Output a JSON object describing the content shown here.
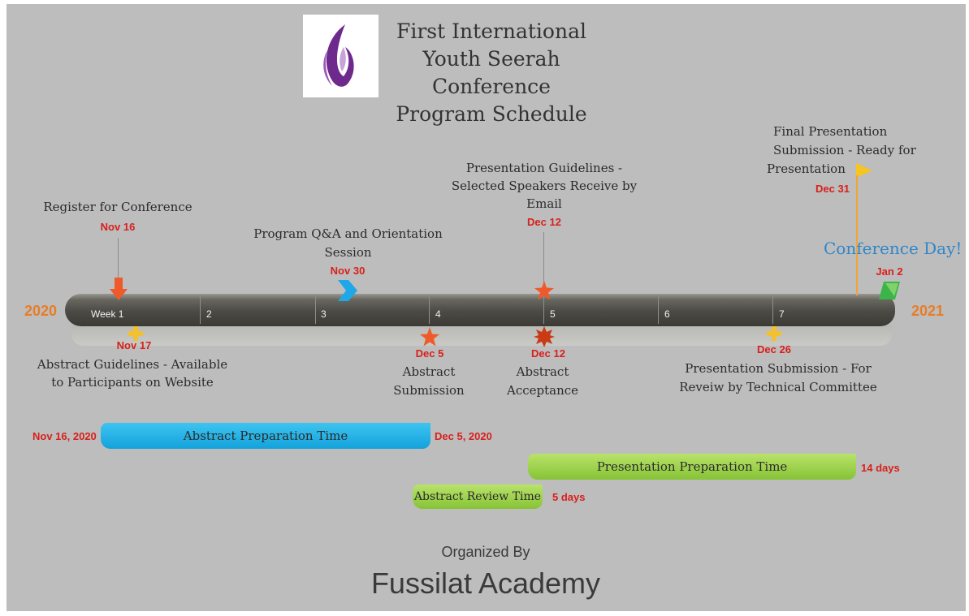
{
  "header": {
    "title_line1": "First International",
    "title_line2": "Youth Seerah Conference",
    "title_line3": "Program Schedule"
  },
  "timeline": {
    "start_year": "2020",
    "end_year": "2021",
    "weeks": [
      "Week 1",
      "2",
      "3",
      "4",
      "5",
      "6",
      "7"
    ]
  },
  "milestones": {
    "register": {
      "label": "Register for Conference",
      "date": "Nov 16"
    },
    "qa": {
      "label_line1": "Program Q&A and Orientation",
      "label_line2": "Session",
      "date": "Nov 30"
    },
    "guidelines": {
      "label_line1": "Presentation Guidelines -",
      "label_line2": "Selected Speakers Receive by",
      "label_line3": "Email",
      "date": "Dec 12"
    },
    "final": {
      "label_line1": "Final Presentation",
      "label_line2": "Submission - Ready for",
      "label_line3": "Presentation",
      "date": "Dec 31"
    },
    "conference": {
      "label": "Conference Day!",
      "date": "Jan 2"
    },
    "abstract_guidelines": {
      "date": "Nov 17",
      "label_line1": "Abstract Guidelines - Available",
      "label_line2": "to Participants on Website"
    },
    "abstract_submission": {
      "date": "Dec 5",
      "label_line1": "Abstract",
      "label_line2": "Submission"
    },
    "abstract_acceptance": {
      "date": "Dec 12",
      "label_line1": "Abstract",
      "label_line2": "Acceptance"
    },
    "presentation_submission": {
      "date": "Dec 26",
      "label_line1": "Presentation Submission - For",
      "label_line2": "Reveiw by Technical Committee"
    }
  },
  "gantt": {
    "abstract_prep": {
      "label": "Abstract Preparation Time",
      "start": "Nov 16, 2020",
      "end": "Dec 5, 2020"
    },
    "presentation_prep": {
      "label": "Presentation Preparation Time",
      "duration": "14 days"
    },
    "abstract_review": {
      "label": "Abstract Review Time",
      "duration": "5 days"
    }
  },
  "footer": {
    "organized_by": "Organized By",
    "organizer": "Fussilat Academy"
  },
  "colors": {
    "accent_orange": "#e87d25",
    "date_red": "#d8201c",
    "blue_bar": "#14a2dc",
    "green_bar": "#86c336",
    "conference_blue": "#2f86c8"
  }
}
